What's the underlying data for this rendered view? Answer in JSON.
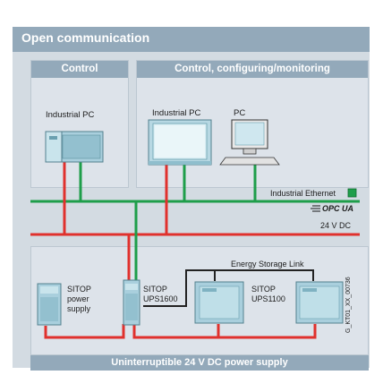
{
  "title": "Open communication",
  "panels": {
    "control": {
      "header": "Control",
      "device_label": "Industrial PC"
    },
    "monitoring": {
      "header": "Control, configuring/monitoring",
      "ipc_label": "Industrial PC",
      "pc_label": "PC"
    }
  },
  "buses": {
    "ethernet_label": "Industrial Ethernet",
    "opc_label": "OPC UA",
    "dc_label": "24 V DC"
  },
  "devices": {
    "sitop_power": "SITOP\npower\nsupply",
    "ups1600": "SITOP\nUPS1600",
    "ups1100": "SITOP\nUPS1100",
    "energy_link": "Energy Storage Link"
  },
  "doc_id": "G_KT01_XX_00736",
  "footer": "Uninterruptible 24 V DC power supply",
  "colors": {
    "ethernet": "#1e9e4a",
    "power": "#e0312d",
    "link": "#222222",
    "header": "#93a9ba"
  }
}
